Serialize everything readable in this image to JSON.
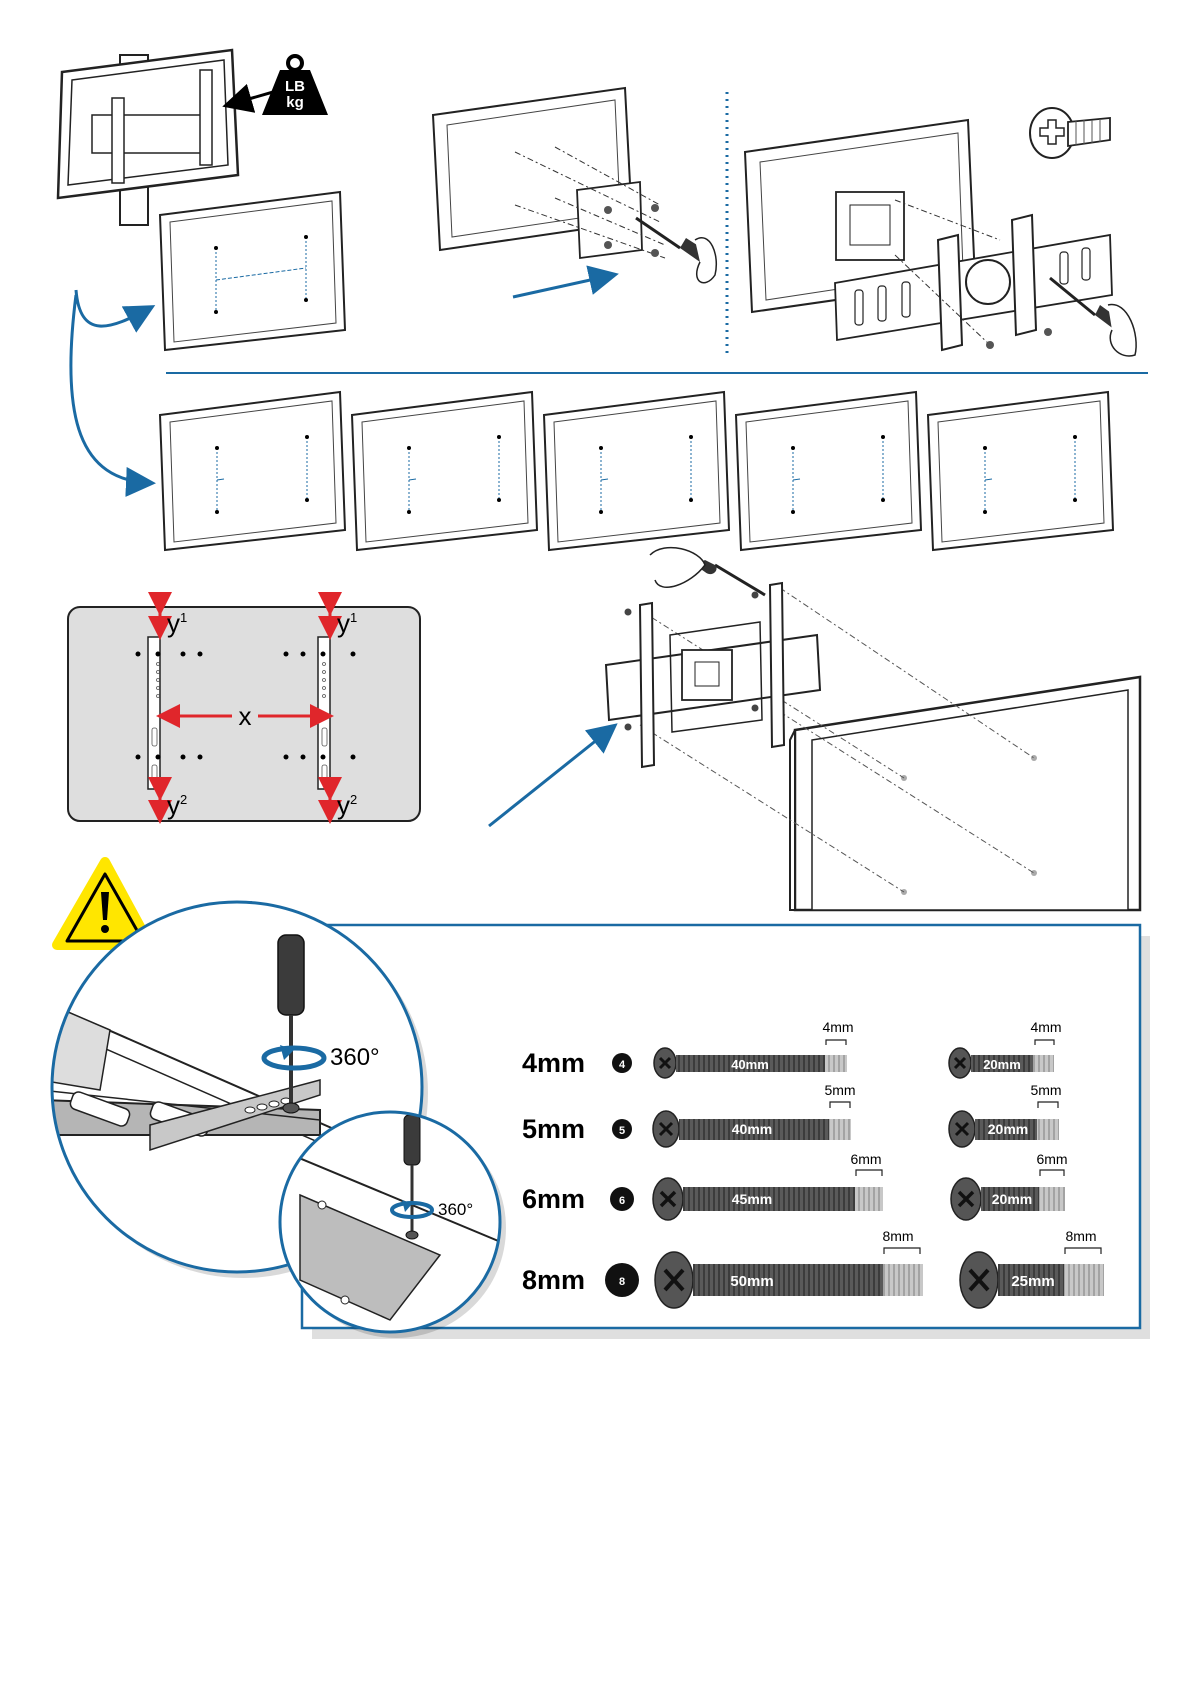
{
  "weight_badge": {
    "line1": "LB",
    "line2": "kg"
  },
  "hole_pattern": {
    "y1": "y",
    "y1_sup": "1",
    "y2": "y",
    "y2_sup": "2",
    "x": "x"
  },
  "rotation": {
    "large": "360°",
    "small": "360°"
  },
  "screws": [
    {
      "size": "4mm",
      "badge": "4",
      "long": "40mm",
      "short": "20mm",
      "dim": "4mm"
    },
    {
      "size": "5mm",
      "badge": "5",
      "long": "40mm",
      "short": "20mm",
      "dim": "5mm"
    },
    {
      "size": "6mm",
      "badge": "6",
      "long": "45mm",
      "short": "20mm",
      "dim": "6mm"
    },
    {
      "size": "8mm",
      "badge": "8",
      "long": "50mm",
      "short": "25mm",
      "dim": "8mm"
    }
  ],
  "colors": {
    "accent": "#1a6aa3",
    "arrow_red": "#e0262b",
    "warning": "#ffe600",
    "panel_gray": "#dedede"
  }
}
